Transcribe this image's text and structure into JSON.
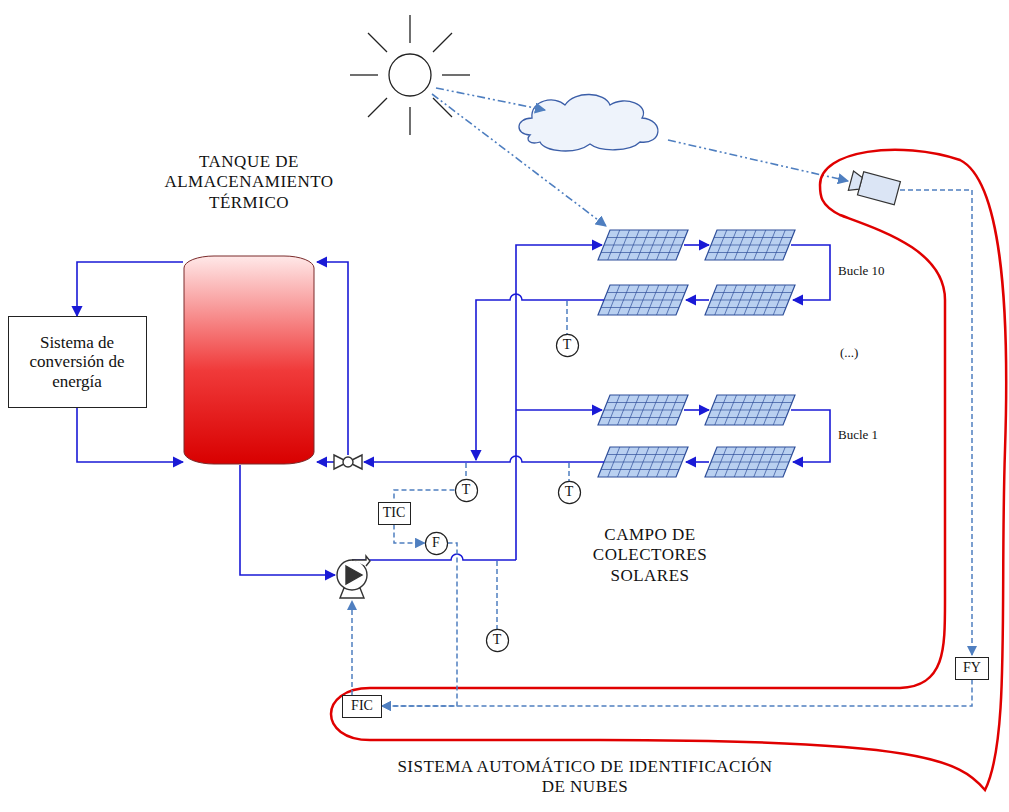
{
  "diagram": {
    "nodes": [
      {
        "text": [
          "TANQUE DE ALMACENAMIENTO TÉRMICO"
        ]
      },
      {
        "text": [
          "Sistema de conversión de energía"
        ]
      },
      {
        "text": [
          "T"
        ]
      },
      {
        "text": [
          "T"
        ]
      },
      {
        "text": [
          "T"
        ]
      },
      {
        "text": [
          "TIC"
        ]
      },
      {
        "text": [
          "F"
        ]
      },
      {
        "text": [
          "T"
        ]
      },
      {
        "text": [
          "FIC"
        ]
      },
      {
        "text": [
          "FY"
        ]
      }
    ],
    "edges": [
      {
        "from": 0,
        "to": 1,
        "arrow": "to"
      },
      {
        "from": 1,
        "to": 0,
        "arrow": "to"
      },
      {
        "from": 3,
        "to": 5,
        "arrow": "none"
      },
      {
        "from": 5,
        "to": 6,
        "arrow": "to"
      },
      {
        "from": 6,
        "to": 8,
        "arrow": "to"
      },
      {
        "from": 9,
        "to": 8,
        "arrow": "to"
      }
    ],
    "labels": [
      "Bucle 10",
      "(...)",
      "Bucle 1",
      "CAMPO DE COLECTORES SOLARES",
      "SISTEMA AUTOMÁTICO DE IDENTIFICACIÓN DE NUBES"
    ]
  }
}
